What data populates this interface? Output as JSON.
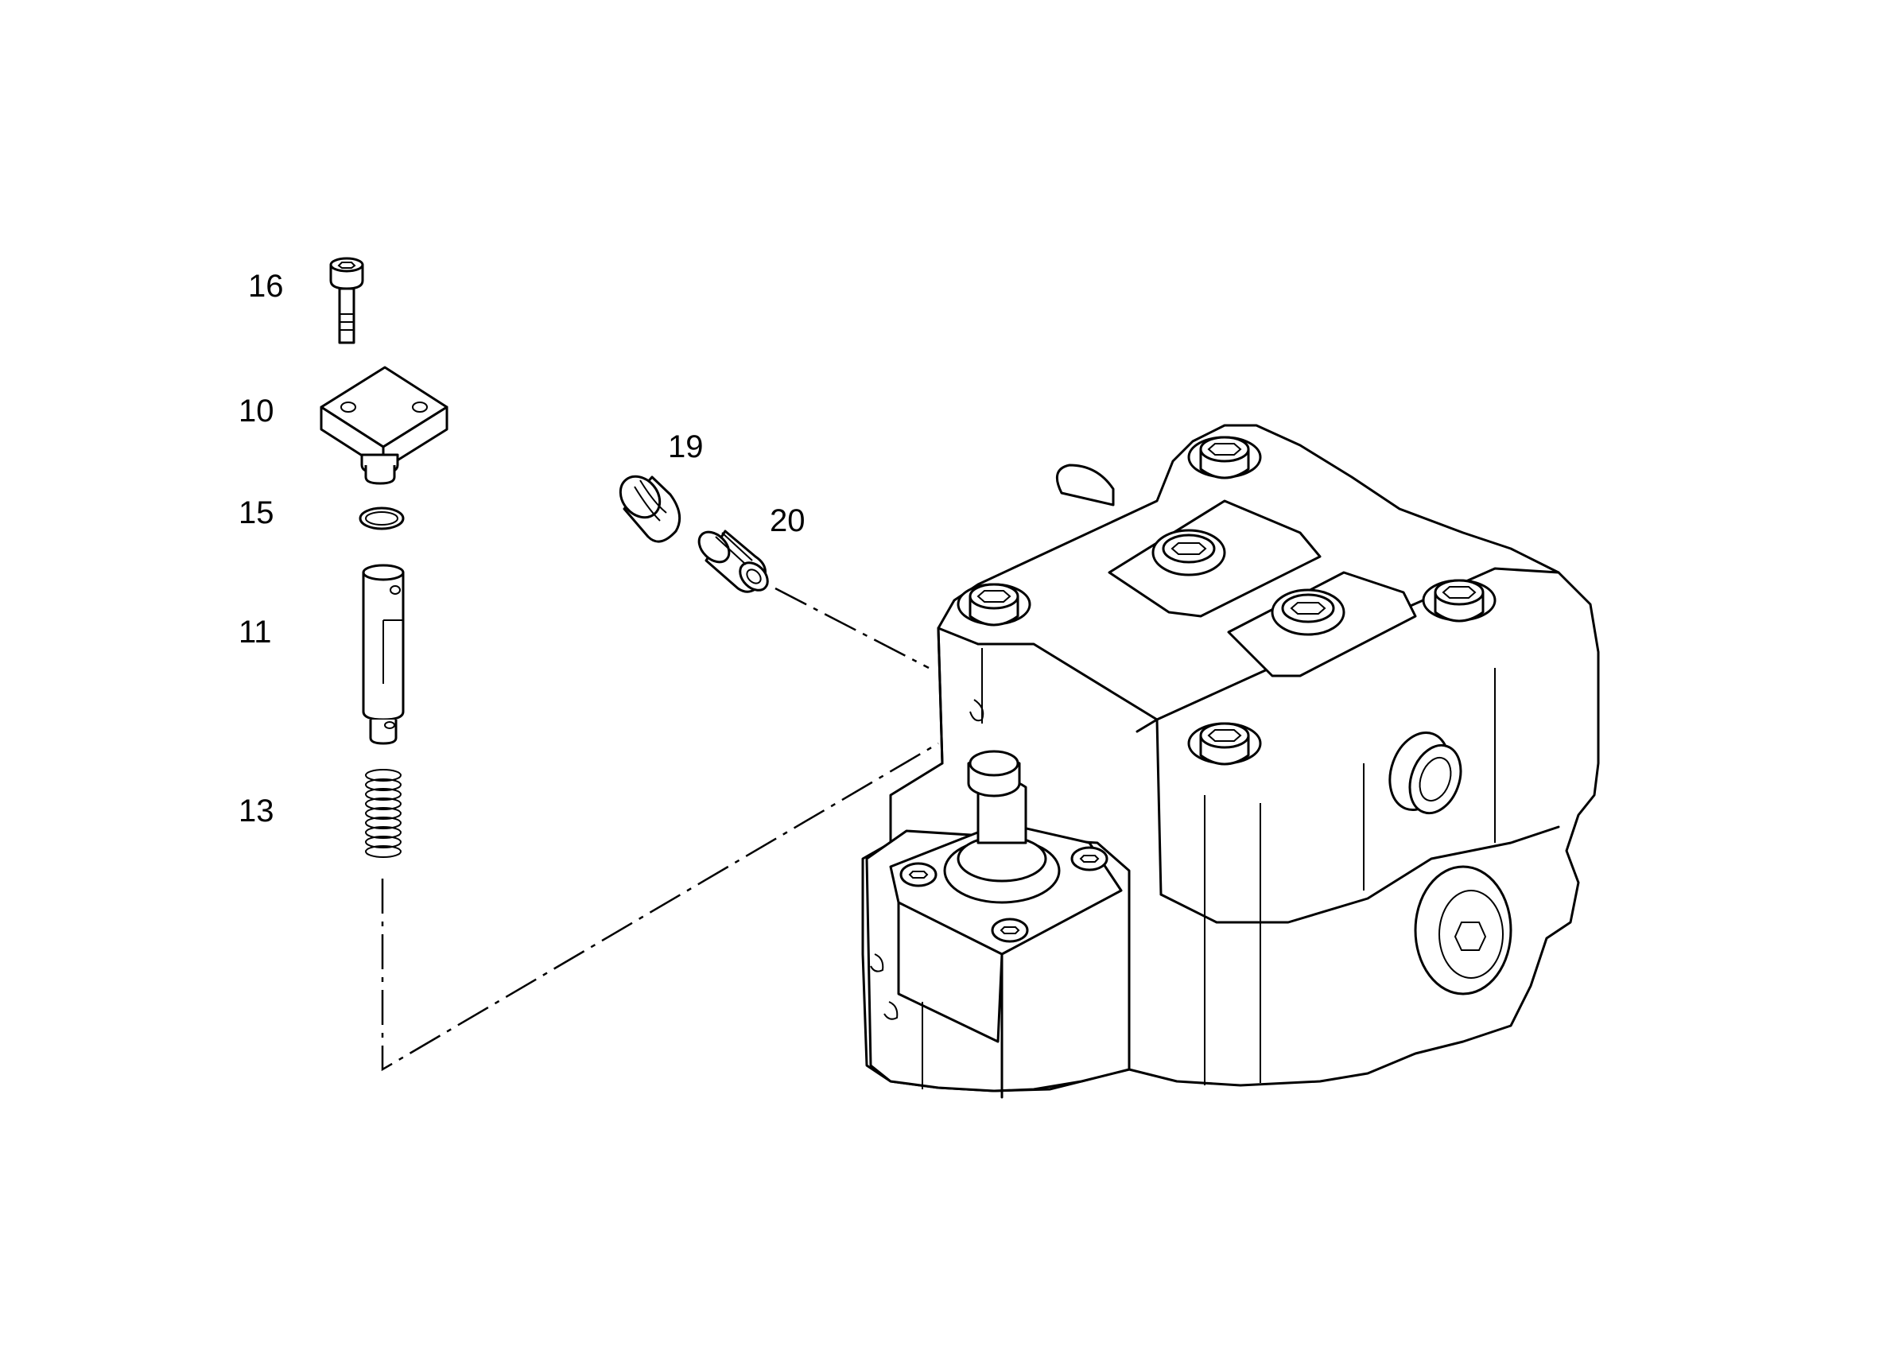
{
  "diagram": {
    "callouts": [
      {
        "id": "c16",
        "label": "16"
      },
      {
        "id": "c10",
        "label": "10"
      },
      {
        "id": "c15",
        "label": "15"
      },
      {
        "id": "c11",
        "label": "11"
      },
      {
        "id": "c13",
        "label": "13"
      },
      {
        "id": "c19",
        "label": "19"
      },
      {
        "id": "c20",
        "label": "20"
      }
    ]
  }
}
